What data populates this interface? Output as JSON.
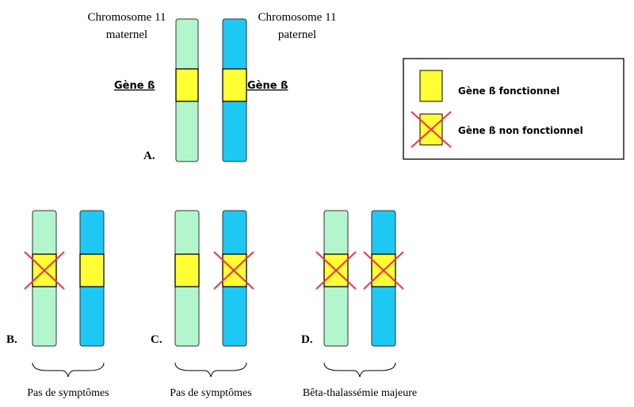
{
  "labels": {
    "maternal_line1": "Chromosome 11",
    "maternal_line2": "maternel",
    "paternal_line1": "Chromosome 11",
    "paternal_line2": "paternel",
    "gene_left": "Gène ß",
    "gene_right": "Gène ß"
  },
  "legend": {
    "functional": "Gène ß fonctionnel",
    "non_functional": "Gène ß non fonctionnel"
  },
  "panels": [
    {
      "letter": "A.",
      "maternal_functional": true,
      "paternal_functional": true,
      "caption": ""
    },
    {
      "letter": "B.",
      "maternal_functional": false,
      "paternal_functional": true,
      "caption": "Pas de symptômes"
    },
    {
      "letter": "C.",
      "maternal_functional": true,
      "paternal_functional": false,
      "caption": "Pas de symptômes"
    },
    {
      "letter": "D.",
      "maternal_functional": false,
      "paternal_functional": false,
      "caption": "Bêta-thalassémie majeure"
    }
  ],
  "colors": {
    "maternal": "#b3f5cc",
    "paternal": "#1ec8f5",
    "gene": "#ffff33",
    "cross": "#ee3344"
  }
}
